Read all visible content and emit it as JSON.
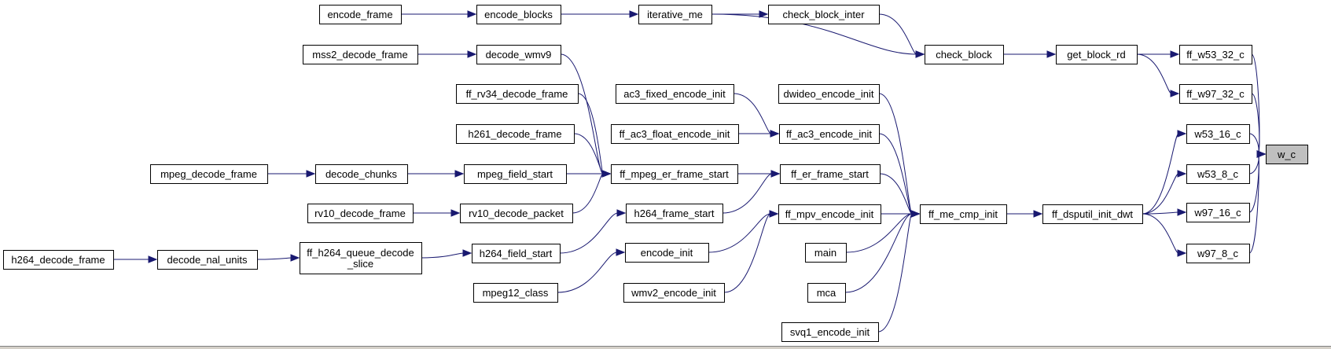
{
  "diagram": {
    "nodes": [
      {
        "id": "w_c",
        "label": "w_c",
        "focus": true
      },
      {
        "id": "ff_w53_32_c",
        "label": "ff_w53_32_c"
      },
      {
        "id": "ff_w97_32_c",
        "label": "ff_w97_32_c"
      },
      {
        "id": "w53_16_c",
        "label": "w53_16_c"
      },
      {
        "id": "w53_8_c",
        "label": "w53_8_c"
      },
      {
        "id": "w97_16_c",
        "label": "w97_16_c"
      },
      {
        "id": "w97_8_c",
        "label": "w97_8_c"
      },
      {
        "id": "get_block_rd",
        "label": "get_block_rd"
      },
      {
        "id": "ff_dsputil_init_dwt",
        "label": "ff_dsputil_init_dwt"
      },
      {
        "id": "check_block",
        "label": "check_block"
      },
      {
        "id": "ff_me_cmp_init",
        "label": "ff_me_cmp_init"
      },
      {
        "id": "check_block_inter",
        "label": "check_block_inter"
      },
      {
        "id": "iterative_me",
        "label": "iterative_me"
      },
      {
        "id": "encode_blocks",
        "label": "encode_blocks"
      },
      {
        "id": "encode_frame",
        "label": "encode_frame"
      },
      {
        "id": "dwideo_encode_init",
        "label": "dwideo_encode_init"
      },
      {
        "id": "ff_ac3_encode_init",
        "label": "ff_ac3_encode_init"
      },
      {
        "id": "ff_er_frame_start",
        "label": "ff_er_frame_start"
      },
      {
        "id": "ff_mpv_encode_init",
        "label": "ff_mpv_encode_init"
      },
      {
        "id": "main",
        "label": "main"
      },
      {
        "id": "mca",
        "label": "mca"
      },
      {
        "id": "svq1_encode_init",
        "label": "svq1_encode_init"
      },
      {
        "id": "ac3_fixed_encode_init",
        "label": "ac3_fixed_encode_init"
      },
      {
        "id": "ff_ac3_float_encode_init",
        "label": "ff_ac3_float_encode_init"
      },
      {
        "id": "ff_mpeg_er_frame_start",
        "label": "ff_mpeg_er_frame_start"
      },
      {
        "id": "h264_frame_start",
        "label": "h264_frame_start"
      },
      {
        "id": "encode_init",
        "label": "encode_init"
      },
      {
        "id": "wmv2_encode_init",
        "label": "wmv2_encode_init"
      },
      {
        "id": "decode_wmv9",
        "label": "decode_wmv9"
      },
      {
        "id": "ff_rv34_decode_frame",
        "label": "ff_rv34_decode_frame"
      },
      {
        "id": "h261_decode_frame",
        "label": "h261_decode_frame"
      },
      {
        "id": "mpeg_field_start",
        "label": "mpeg_field_start"
      },
      {
        "id": "rv10_decode_packet",
        "label": "rv10_decode_packet"
      },
      {
        "id": "h264_field_start",
        "label": "h264_field_start"
      },
      {
        "id": "mpeg12_class",
        "label": "mpeg12_class"
      },
      {
        "id": "mss2_decode_frame",
        "label": "mss2_decode_frame"
      },
      {
        "id": "decode_chunks",
        "label": "decode_chunks"
      },
      {
        "id": "rv10_decode_frame",
        "label": "rv10_decode_frame"
      },
      {
        "id": "ff_h264_queue_decode_slice",
        "label": "ff_h264_queue_decode\n_slice"
      },
      {
        "id": "mpeg_decode_frame",
        "label": "mpeg_decode_frame"
      },
      {
        "id": "decode_nal_units",
        "label": "decode_nal_units"
      },
      {
        "id": "h264_decode_frame",
        "label": "h264_decode_frame"
      }
    ],
    "edges": [
      {
        "from": "ff_w53_32_c",
        "to": "w_c"
      },
      {
        "from": "ff_w97_32_c",
        "to": "w_c"
      },
      {
        "from": "w53_16_c",
        "to": "w_c"
      },
      {
        "from": "w53_8_c",
        "to": "w_c"
      },
      {
        "from": "w97_16_c",
        "to": "w_c"
      },
      {
        "from": "w97_8_c",
        "to": "w_c"
      },
      {
        "from": "get_block_rd",
        "to": "ff_w53_32_c"
      },
      {
        "from": "get_block_rd",
        "to": "ff_w97_32_c"
      },
      {
        "from": "ff_dsputil_init_dwt",
        "to": "w53_16_c"
      },
      {
        "from": "ff_dsputil_init_dwt",
        "to": "w53_8_c"
      },
      {
        "from": "ff_dsputil_init_dwt",
        "to": "w97_16_c"
      },
      {
        "from": "ff_dsputil_init_dwt",
        "to": "w97_8_c"
      },
      {
        "from": "check_block",
        "to": "get_block_rd"
      },
      {
        "from": "ff_me_cmp_init",
        "to": "ff_dsputil_init_dwt"
      },
      {
        "from": "check_block_inter",
        "to": "check_block"
      },
      {
        "from": "iterative_me",
        "to": "check_block"
      },
      {
        "from": "iterative_me",
        "to": "check_block_inter"
      },
      {
        "from": "encode_blocks",
        "to": "iterative_me"
      },
      {
        "from": "encode_frame",
        "to": "encode_blocks"
      },
      {
        "from": "dwideo_encode_init",
        "to": "ff_me_cmp_init"
      },
      {
        "from": "ff_ac3_encode_init",
        "to": "ff_me_cmp_init"
      },
      {
        "from": "ff_er_frame_start",
        "to": "ff_me_cmp_init"
      },
      {
        "from": "ff_mpv_encode_init",
        "to": "ff_me_cmp_init"
      },
      {
        "from": "main",
        "to": "ff_me_cmp_init"
      },
      {
        "from": "mca",
        "to": "ff_me_cmp_init"
      },
      {
        "from": "svq1_encode_init",
        "to": "ff_me_cmp_init"
      },
      {
        "from": "ac3_fixed_encode_init",
        "to": "ff_ac3_encode_init"
      },
      {
        "from": "ff_ac3_float_encode_init",
        "to": "ff_ac3_encode_init"
      },
      {
        "from": "ff_mpeg_er_frame_start",
        "to": "ff_er_frame_start"
      },
      {
        "from": "h264_frame_start",
        "to": "ff_er_frame_start"
      },
      {
        "from": "encode_init",
        "to": "ff_mpv_encode_init"
      },
      {
        "from": "wmv2_encode_init",
        "to": "ff_mpv_encode_init"
      },
      {
        "from": "decode_wmv9",
        "to": "ff_mpeg_er_frame_start"
      },
      {
        "from": "ff_rv34_decode_frame",
        "to": "ff_mpeg_er_frame_start"
      },
      {
        "from": "h261_decode_frame",
        "to": "ff_mpeg_er_frame_start"
      },
      {
        "from": "mpeg_field_start",
        "to": "ff_mpeg_er_frame_start"
      },
      {
        "from": "rv10_decode_packet",
        "to": "ff_mpeg_er_frame_start"
      },
      {
        "from": "h264_field_start",
        "to": "h264_frame_start"
      },
      {
        "from": "mpeg12_class",
        "to": "encode_init"
      },
      {
        "from": "mss2_decode_frame",
        "to": "decode_wmv9"
      },
      {
        "from": "decode_chunks",
        "to": "mpeg_field_start"
      },
      {
        "from": "rv10_decode_frame",
        "to": "rv10_decode_packet"
      },
      {
        "from": "ff_h264_queue_decode_slice",
        "to": "h264_field_start"
      },
      {
        "from": "mpeg_decode_frame",
        "to": "decode_chunks"
      },
      {
        "from": "decode_nal_units",
        "to": "ff_h264_queue_decode_slice"
      },
      {
        "from": "h264_decode_frame",
        "to": "decode_nal_units"
      }
    ]
  }
}
